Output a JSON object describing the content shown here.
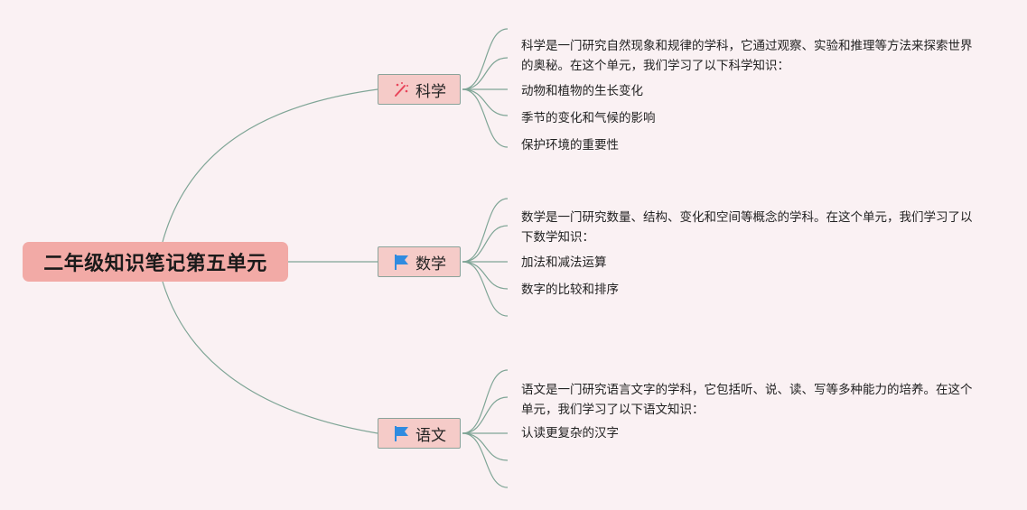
{
  "root": {
    "title": "二年级知识笔记第五单元"
  },
  "colors": {
    "background": "#faf1f3",
    "root_fill": "#f2aaa6",
    "branch_fill": "#f5cbc8",
    "line": "#7fa596",
    "flag": "#2f8be0",
    "science_icon": "#e8455a"
  },
  "branches": [
    {
      "label": "科学",
      "icon": "magic-wand-icon",
      "leaves": [
        "科学是一门研究自然现象和规律的学科，它通过观察、实验和推理等方法来探索世界的奥秘。在这个单元，我们学习了以下科学知识：",
        "动物和植物的生长变化",
        "季节的变化和气候的影响",
        "保护环境的重要性"
      ]
    },
    {
      "label": "数学",
      "icon": "flag-icon",
      "leaves": [
        "数学是一门研究数量、结构、变化和空间等概念的学科。在这个单元，我们学习了以下数学知识：",
        "加法和减法运算",
        "数字的比较和排序"
      ]
    },
    {
      "label": "语文",
      "icon": "flag-icon",
      "leaves": [
        "语文是一门研究语言文字的学科，它包括听、说、读、写等多种能力的培养。在这个单元，我们学习了以下语文知识：",
        "认读更复杂的汉字"
      ]
    }
  ]
}
